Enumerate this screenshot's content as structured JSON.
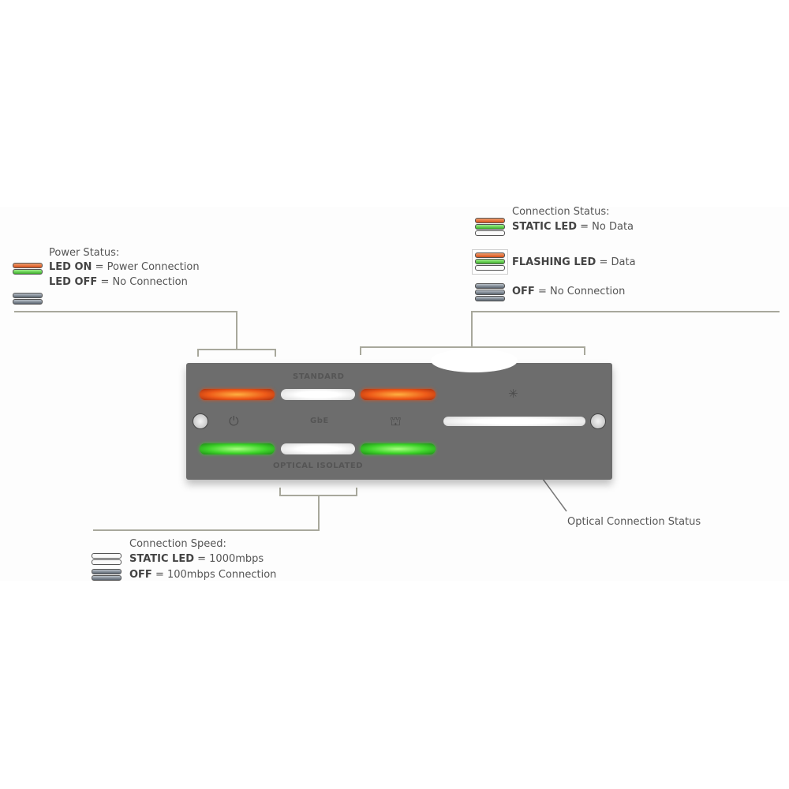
{
  "power": {
    "title": "Power Status:",
    "on_key": "LED ON",
    "on_val": "= Power Connection",
    "off_key": "LED OFF",
    "off_val": "= No Connection"
  },
  "connection": {
    "title": "Connection Status:",
    "static_key": "STATIC LED",
    "static_val": "= No Data",
    "flash_key": "FLASHING LED",
    "flash_val": "= Data",
    "off_key": "OFF",
    "off_val": "= No Connection"
  },
  "speed": {
    "title": "Connection Speed:",
    "static_key": "STATIC LED",
    "static_val": "= 1000mbps",
    "off_key": "OFF",
    "off_val": "= 100mbps Connection"
  },
  "optical_label": "Optical Connection Status",
  "device": {
    "top_label": "STANDARD",
    "middle_label": "GbE",
    "bottom_label": "OPTICAL ISOLATED"
  },
  "colors": {
    "orange": "#e85a1c",
    "green": "#3ed42a",
    "body": "#6d6d6d"
  }
}
